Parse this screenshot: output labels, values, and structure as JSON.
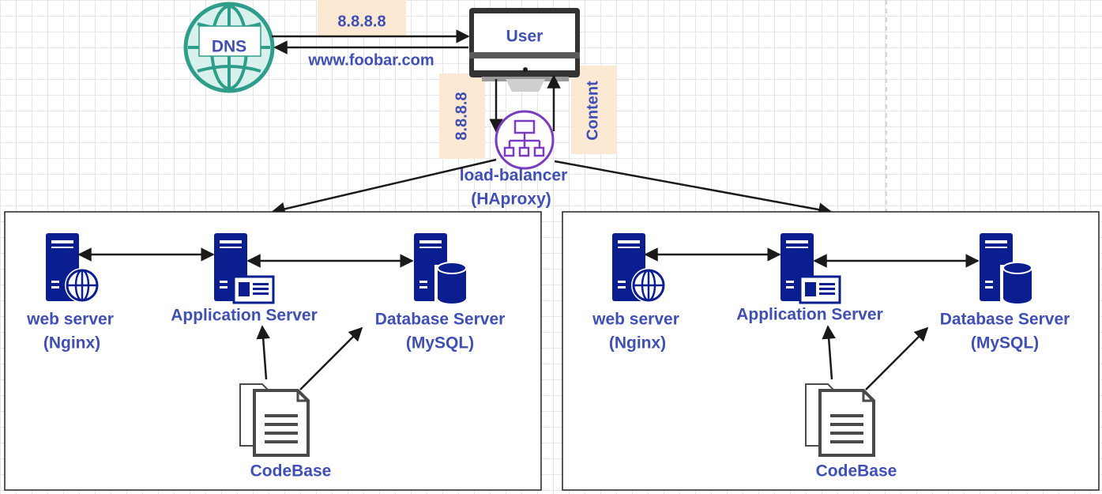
{
  "colors": {
    "label": "#3f4fb3",
    "server": "#0a1e8f",
    "dns": "#2e9e8a",
    "load_balancer": "#7a3cc0",
    "arrow": "#1a1a1a",
    "highlight": "#fbe9d3"
  },
  "top": {
    "dns_label": "DNS",
    "user_label": "User",
    "request_label": "8.8.8.8",
    "domain_label": "www.foobar.com",
    "ip_label_vertical": "8.8.8.8",
    "content_label": "Content",
    "load_balancer_line1": "load-balancer",
    "load_balancer_line2": "(HAproxy)"
  },
  "clusters": [
    {
      "web": {
        "line1": "web server",
        "line2": "(Nginx)"
      },
      "app": "Application Server",
      "db": {
        "line1": "Database Server",
        "line2": "(MySQL)"
      },
      "codebase": "CodeBase"
    },
    {
      "web": {
        "line1": "web server",
        "line2": "(Nginx)"
      },
      "app": "Application Server",
      "db": {
        "line1": "Database Server",
        "line2": "(MySQL)"
      },
      "codebase": "CodeBase"
    }
  ]
}
